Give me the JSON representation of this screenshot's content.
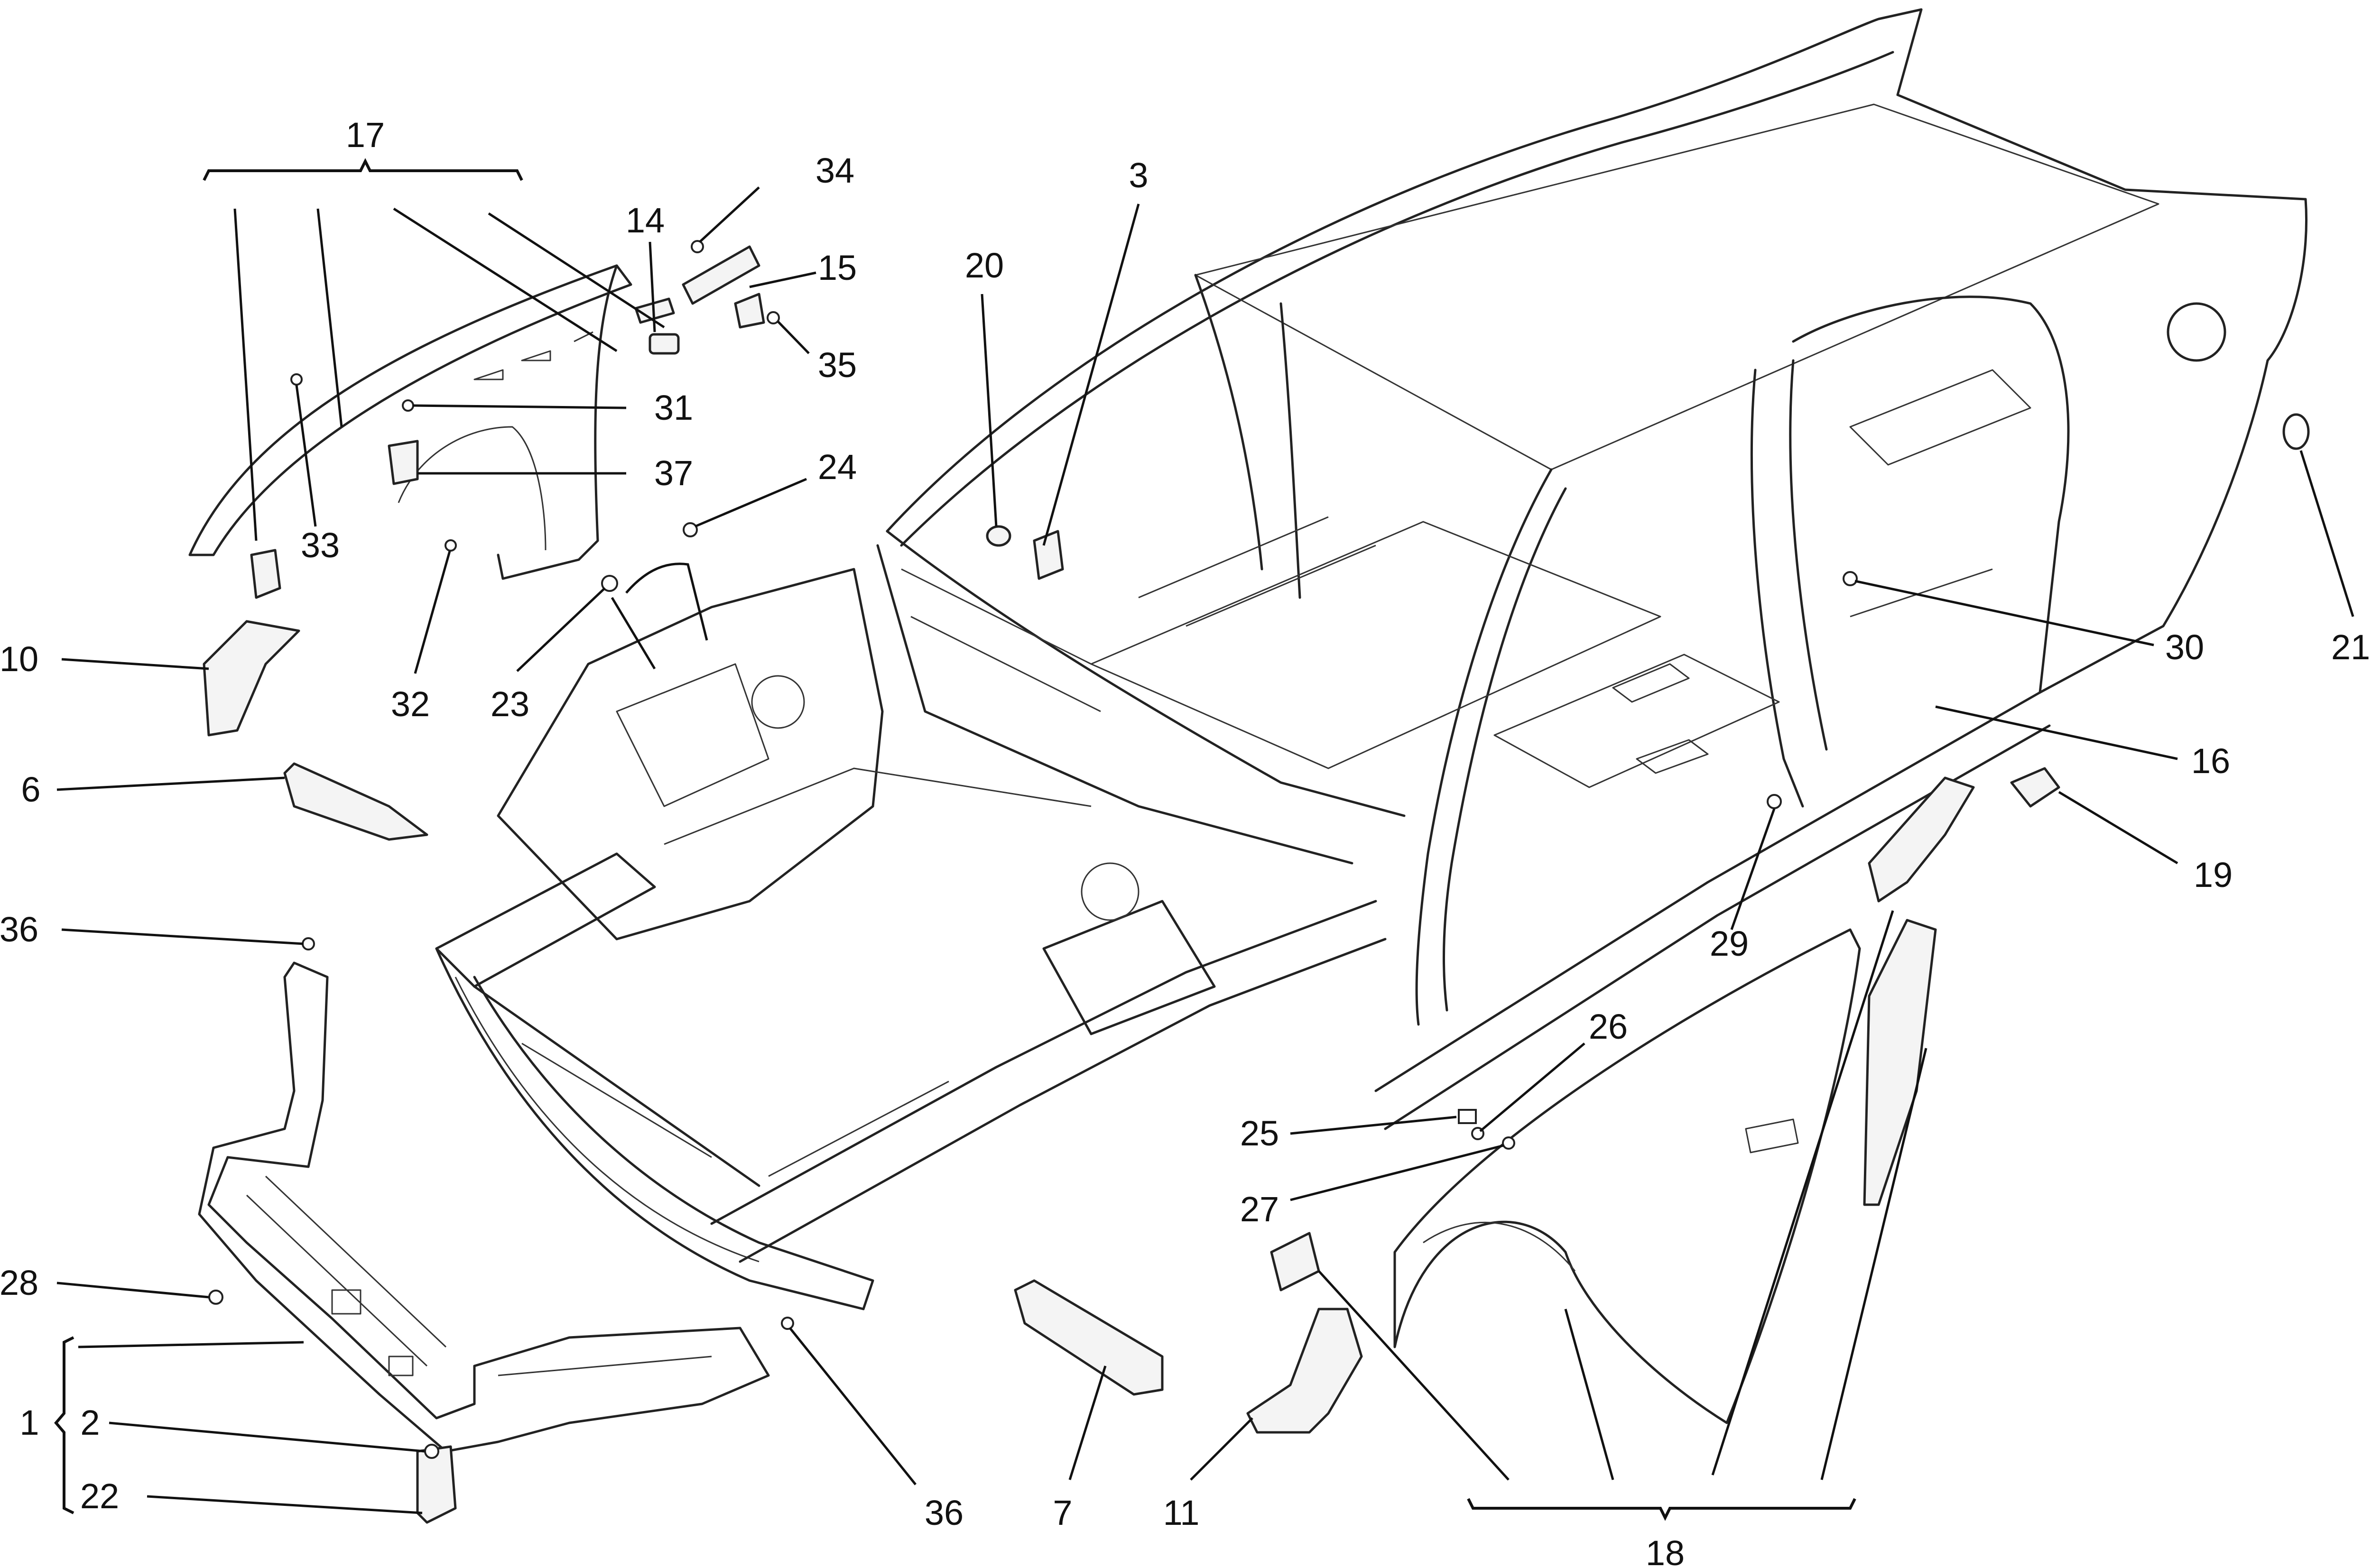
{
  "callouts": {
    "c1": "1",
    "c2": "2",
    "c3": "3",
    "c6": "6",
    "c7": "7",
    "c10": "10",
    "c11": "11",
    "c14": "14",
    "c15": "15",
    "c16": "16",
    "c17": "17",
    "c18": "18",
    "c19": "19",
    "c20": "20",
    "c21": "21",
    "c22": "22",
    "c23": "23",
    "c24": "24",
    "c25": "25",
    "c26": "26",
    "c27": "27",
    "c28": "28",
    "c29": "29",
    "c30": "30",
    "c31": "31",
    "c32": "32",
    "c33": "33",
    "c34": "34",
    "c35": "35",
    "c36a": "36",
    "c36b": "36",
    "c37": "37"
  }
}
